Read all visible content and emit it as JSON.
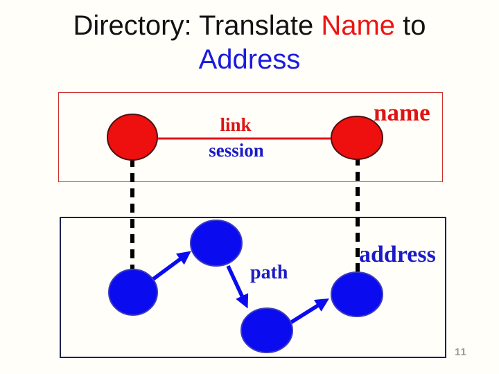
{
  "slide": {
    "title": {
      "part1": "Directory: Translate ",
      "highlight": "Name",
      "part2": " to",
      "line2": "Address"
    },
    "page_number": "11"
  },
  "name_plane": {
    "label": "name",
    "link_label": "link",
    "session_label": "session",
    "node_count": 2
  },
  "address_plane": {
    "label": "address",
    "path_label": "path",
    "node_count": 4
  },
  "colors": {
    "background": "#fffef9",
    "title_text": "#121212",
    "title_name_red": "#ee1414",
    "title_address_blue": "#1a1ae0",
    "red_node_fill": "#ee0f0f",
    "red_node_outline": "#4d1010",
    "red_link_line": "#e01414",
    "name_box_border": "#c83030",
    "blue_node_fill": "#0b0bf0",
    "blue_node_outline": "#3b3bc0",
    "address_box_border": "#1b2150",
    "label_red": "#e01212",
    "label_blue": "#1b1bc8",
    "dashed_line": "#000000",
    "page_number_gray": "#999999"
  }
}
